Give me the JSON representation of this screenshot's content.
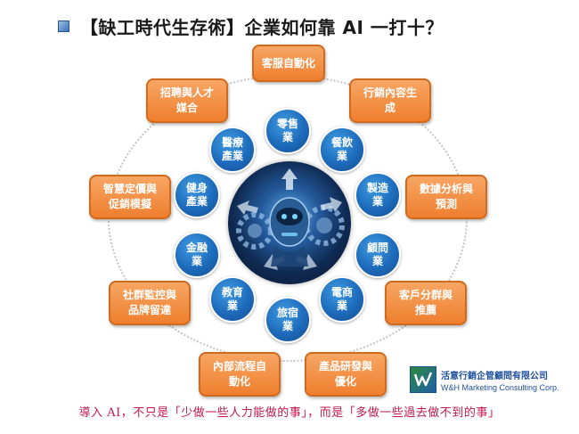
{
  "title": "【缺工時代生存術】企業如何靠 AI 一打十？",
  "industries": [
    "零售\n業",
    "餐飲\n業",
    "製造\n業",
    "顧問\n業",
    "電商\n業",
    "旅宿\n業",
    "教育\n業",
    "金融\n業",
    "健身\n產業",
    "醫療\n產業"
  ],
  "applications": [
    "客服自動化",
    "行銷內容生\n成",
    "數據分析與\n預測",
    "客戶分群與\n推薦",
    "產品研發與\n優化",
    "內部流程自\n動化",
    "社群監控與\n品牌留達",
    "智慧定價與\n促銷模擬",
    "招聘與人才\n媒合"
  ],
  "logo": {
    "chinese": "活意行銷企管顧問有限公司",
    "english": "W&H Marketing Consulting Corp."
  },
  "footer": "導入 AI，不只是「少做一些人力能做的事」，而是「多做一些過去做不到的事」",
  "colors": {
    "bubble": "#1d6bbb",
    "box": "#ef7f2e",
    "footer_text": "#c0194d"
  }
}
